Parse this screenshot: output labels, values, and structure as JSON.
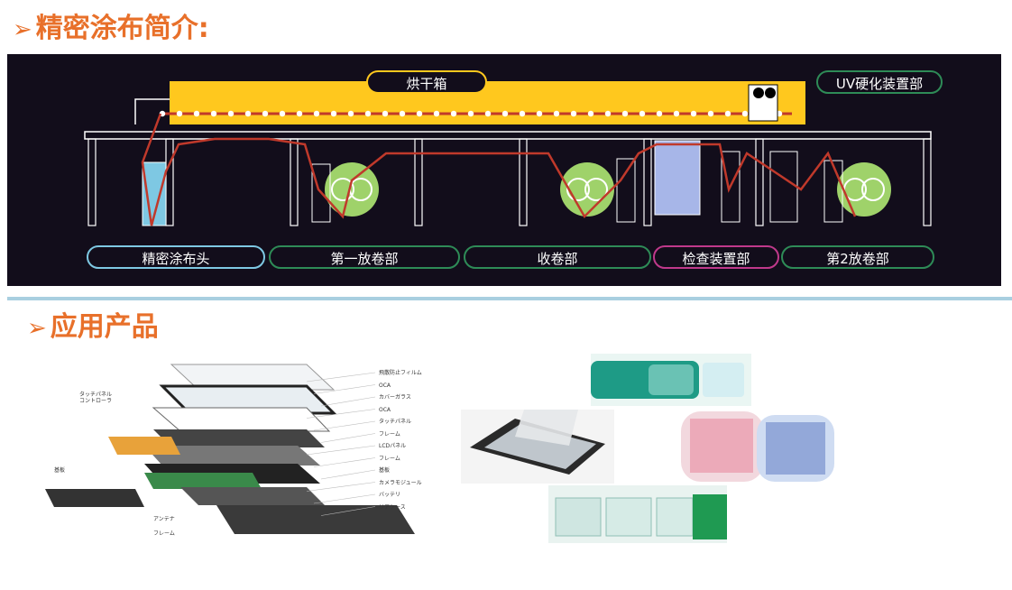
{
  "section1": {
    "arrow": "➢",
    "title": "精密涂布简介:"
  },
  "section2": {
    "arrow": "➢",
    "title": "应用产品"
  },
  "machine": {
    "oven_label": "烘干箱",
    "uv_label": "UV硬化装置部",
    "stations": [
      "精密涂布头",
      "第一放卷部",
      "收卷部",
      "检查装置部",
      "第2放卷部"
    ],
    "colors": {
      "background": "#120d1b",
      "oven": "#ffc81e",
      "web": "#c0392b",
      "roller": "#9fd26a",
      "station_blue": "#7ec8e3",
      "station_green": "#2e8b57",
      "station_pink": "#c0398b"
    }
  },
  "phone_diagram": {
    "labels_right": [
      "飛散防止フィルム",
      "OCA",
      "カバーガラス",
      "OCA",
      "タッチパネル",
      "フレーム",
      "LCDパネル",
      "フレーム",
      "基板",
      "カメラモジュール",
      "バッテリ",
      "リアケース"
    ],
    "labels_left": [
      "タッチパネル",
      "コントローラ",
      "基板",
      "アンテナ",
      "フレーム"
    ]
  }
}
